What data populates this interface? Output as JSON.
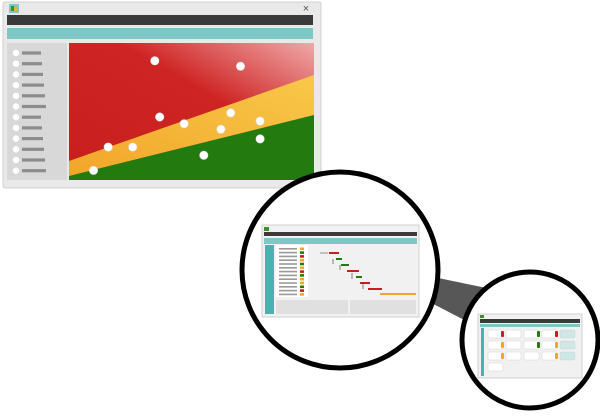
{
  "window": {
    "close_label": "×"
  },
  "icons": {
    "app": "app-logo-icon",
    "close": "close-icon"
  },
  "colors": {
    "window_frame": "#e7e7e7",
    "title_bar": "#3a3a3a",
    "accent_bar": "#7fc7c5",
    "sidebar": "#d8d8d8",
    "risk_red": "#c81e1e",
    "risk_orange": "#f2a528",
    "risk_yellow": "#f7c948",
    "risk_green": "#237a0f",
    "zoom_circle": "#000000",
    "teal_panel": "#49b2b0"
  },
  "sidebar": {
    "item_count": 12
  },
  "chart_data": {
    "type": "scatter",
    "title": "",
    "xlabel": "",
    "ylabel": "",
    "xlim": [
      0,
      1
    ],
    "ylim": [
      0,
      1
    ],
    "zones": [
      "red",
      "orange",
      "green"
    ],
    "points": [
      {
        "x": 0.35,
        "y": 0.87
      },
      {
        "x": 0.7,
        "y": 0.83
      },
      {
        "x": 0.37,
        "y": 0.46
      },
      {
        "x": 0.47,
        "y": 0.41
      },
      {
        "x": 0.66,
        "y": 0.49
      },
      {
        "x": 0.78,
        "y": 0.43
      },
      {
        "x": 0.62,
        "y": 0.37
      },
      {
        "x": 0.78,
        "y": 0.3
      },
      {
        "x": 0.16,
        "y": 0.24
      },
      {
        "x": 0.26,
        "y": 0.24
      },
      {
        "x": 0.55,
        "y": 0.18
      },
      {
        "x": 0.1,
        "y": 0.07
      }
    ]
  }
}
